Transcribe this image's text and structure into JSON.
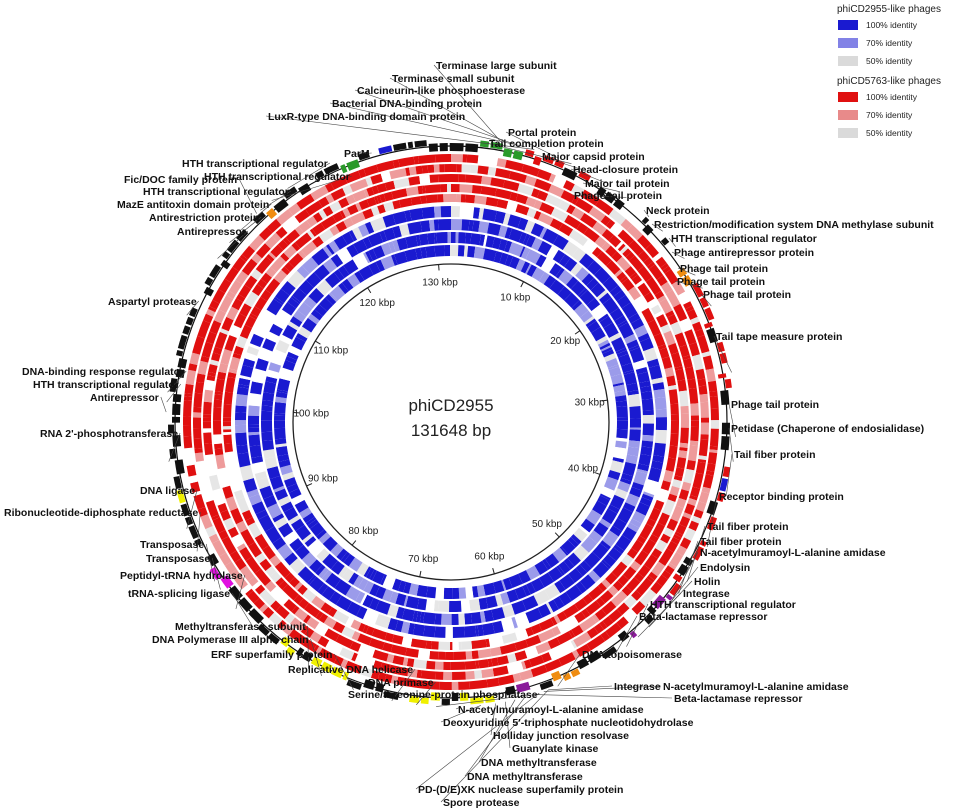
{
  "genome": {
    "name": "phiCD2955",
    "size_label": "131648 bp",
    "length_kbp": 131.648
  },
  "legend": {
    "groups": [
      {
        "title": "phiCD2955-like phages",
        "items": [
          {
            "label": "100% identity",
            "color": "#1a1ad0"
          },
          {
            "label": "70% identity",
            "color": "#8282e6"
          },
          {
            "label": "50% identity",
            "color": "#dadada"
          }
        ]
      },
      {
        "title": "phiCD5763-like phages",
        "items": [
          {
            "label": "100% identity",
            "color": "#e01010"
          },
          {
            "label": "70% identity",
            "color": "#e88a8a"
          },
          {
            "label": "50% identity",
            "color": "#dadada"
          }
        ]
      }
    ]
  },
  "ticks": [
    "10 kbp",
    "20 kbp",
    "30 kbp",
    "40 kbp",
    "50 kbp",
    "60 kbp",
    "70 kbp",
    "80 kbp",
    "90 kbp",
    "100 kbp",
    "110 kbp",
    "120 kbp",
    "130 kbp"
  ],
  "colors": {
    "blue": "#1a1ad0",
    "red": "#e01010",
    "gene_black": "#111111",
    "gene_green": "#2a9a2a",
    "gene_yellow": "#f0f000",
    "gene_orange": "#f08c10",
    "gene_magenta": "#e010e0",
    "gene_purple": "#8a1a9a",
    "gene_blue": "#1a1ad0"
  },
  "labels": [
    "Terminase large subunit",
    "Terminase small subunit",
    "Calcineurin-like phosphoesterase",
    "Bacterial DNA-binding protein",
    "LuxR-type DNA-binding domain protein",
    "Portal protein",
    "Tail completion protein",
    "ParM",
    "Major capsid protein",
    "HTH transcriptional regulator",
    "Head-closure protein",
    "HTH transcriptional regulator",
    "Fic/DOC family protein",
    "Major tail protein",
    "HTH transcriptional regulator",
    "Phage tail protein",
    "MazE antitoxin domain protein",
    "Neck protein",
    "Antirestriction protein",
    "Restriction/modification system DNA methylase subunit",
    "Antirepressor",
    "HTH transcriptional regulator",
    "Phage antirepressor protein",
    "Phage tail protein",
    "Phage tail protein",
    "Phage tail protein",
    "Aspartyl protease",
    "Tail tape measure protein",
    "DNA-binding response regulator",
    "HTH transcriptional regulator",
    "Antirepressor",
    "Phage tail protein",
    "Petidase (Chaperone of endosialidase)",
    "RNA 2'-phosphotransferase",
    "Tail fiber protein",
    "DNA ligase",
    "Receptor binding protein",
    "Ribonucleotide-diphosphate reductase",
    "Tail fiber protein",
    "Tail fiber protein",
    "Transposase",
    "N-acetylmuramoyl-L-alanine amidase",
    "Transposase",
    "Endolysin",
    "Peptidyl-tRNA hydrolase",
    "Holin",
    "Integrase",
    "tRNA-splicing ligase",
    "HTH transcriptional regulator",
    "Beta-lactamase repressor",
    "Methyltransferase subunit",
    "DNA Polymerase III alpha chain",
    "ERF superfamily protein",
    "DNA topoisomerase",
    "Replicative DNA helicase",
    "Integrase",
    "N-acetylmuramoyl-L-alanine amidase",
    "DNA primase",
    "Beta-lactamase repressor",
    "Serine/threonine-protein phosphatase",
    "N-acetylmuramoyl-L-alanine amidase",
    "Deoxyuridine 5'-triphosphate nucleotidohydrolase",
    "Holliday junction resolvase",
    "Guanylate kinase",
    "DNA methyltransferase",
    "DNA methyltransferase",
    "PD-(D/E)XK nuclease superfamily protein",
    "Spore protease"
  ]
}
